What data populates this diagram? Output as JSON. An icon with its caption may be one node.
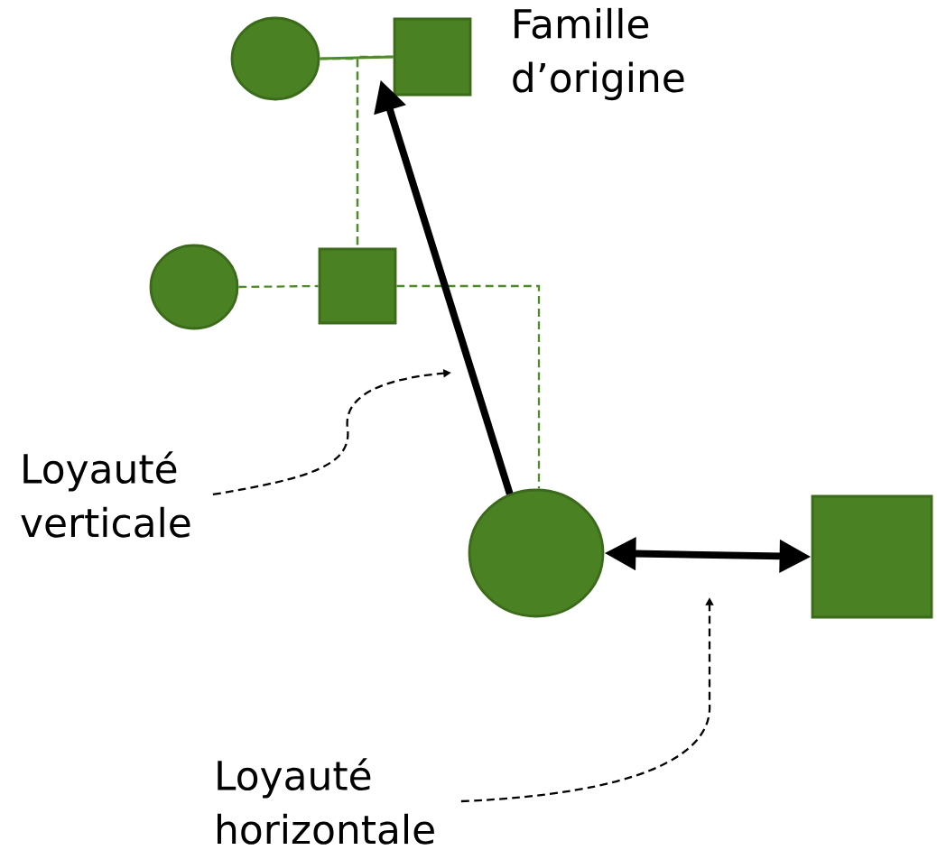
{
  "diagram": {
    "nodes": [
      {
        "text": [],
        "shape": "circle"
      },
      {
        "text": [],
        "shape": "box",
        "beside": [
          "Famille d’origine"
        ]
      },
      {
        "text": [],
        "shape": "circle"
      },
      {
        "text": [],
        "shape": "box"
      },
      {
        "text": [],
        "shape": "circle"
      },
      {
        "text": [],
        "shape": "box"
      },
      {
        "text": [
          "Loyauté verticale"
        ]
      },
      {
        "text": [
          "Loyauté horizontale"
        ]
      }
    ],
    "edges": [
      {
        "from": 0,
        "to": 1,
        "arrow": "none"
      },
      {
        "from": 0,
        "to": 3,
        "arrow": "none",
        "style": "dashed"
      },
      {
        "from": 1,
        "to": 3,
        "arrow": "none",
        "style": "dashed"
      },
      {
        "from": 2,
        "to": 3,
        "arrow": "none",
        "style": "dashed"
      },
      {
        "from": 3,
        "to": 4,
        "arrow": "none",
        "style": "dashed"
      },
      {
        "from": 4,
        "to": 1,
        "arrow": "to",
        "style": "thick",
        "color": "#000000"
      },
      {
        "from": 4,
        "to": 5,
        "arrow": "both",
        "style": "thick",
        "color": "#000000"
      },
      {
        "from": 6,
        "to": null,
        "arrow": "to",
        "style": "dashed",
        "color": "#000000"
      },
      {
        "from": 7,
        "to": null,
        "arrow": "to",
        "style": "dashed",
        "color": "#000000"
      }
    ]
  }
}
